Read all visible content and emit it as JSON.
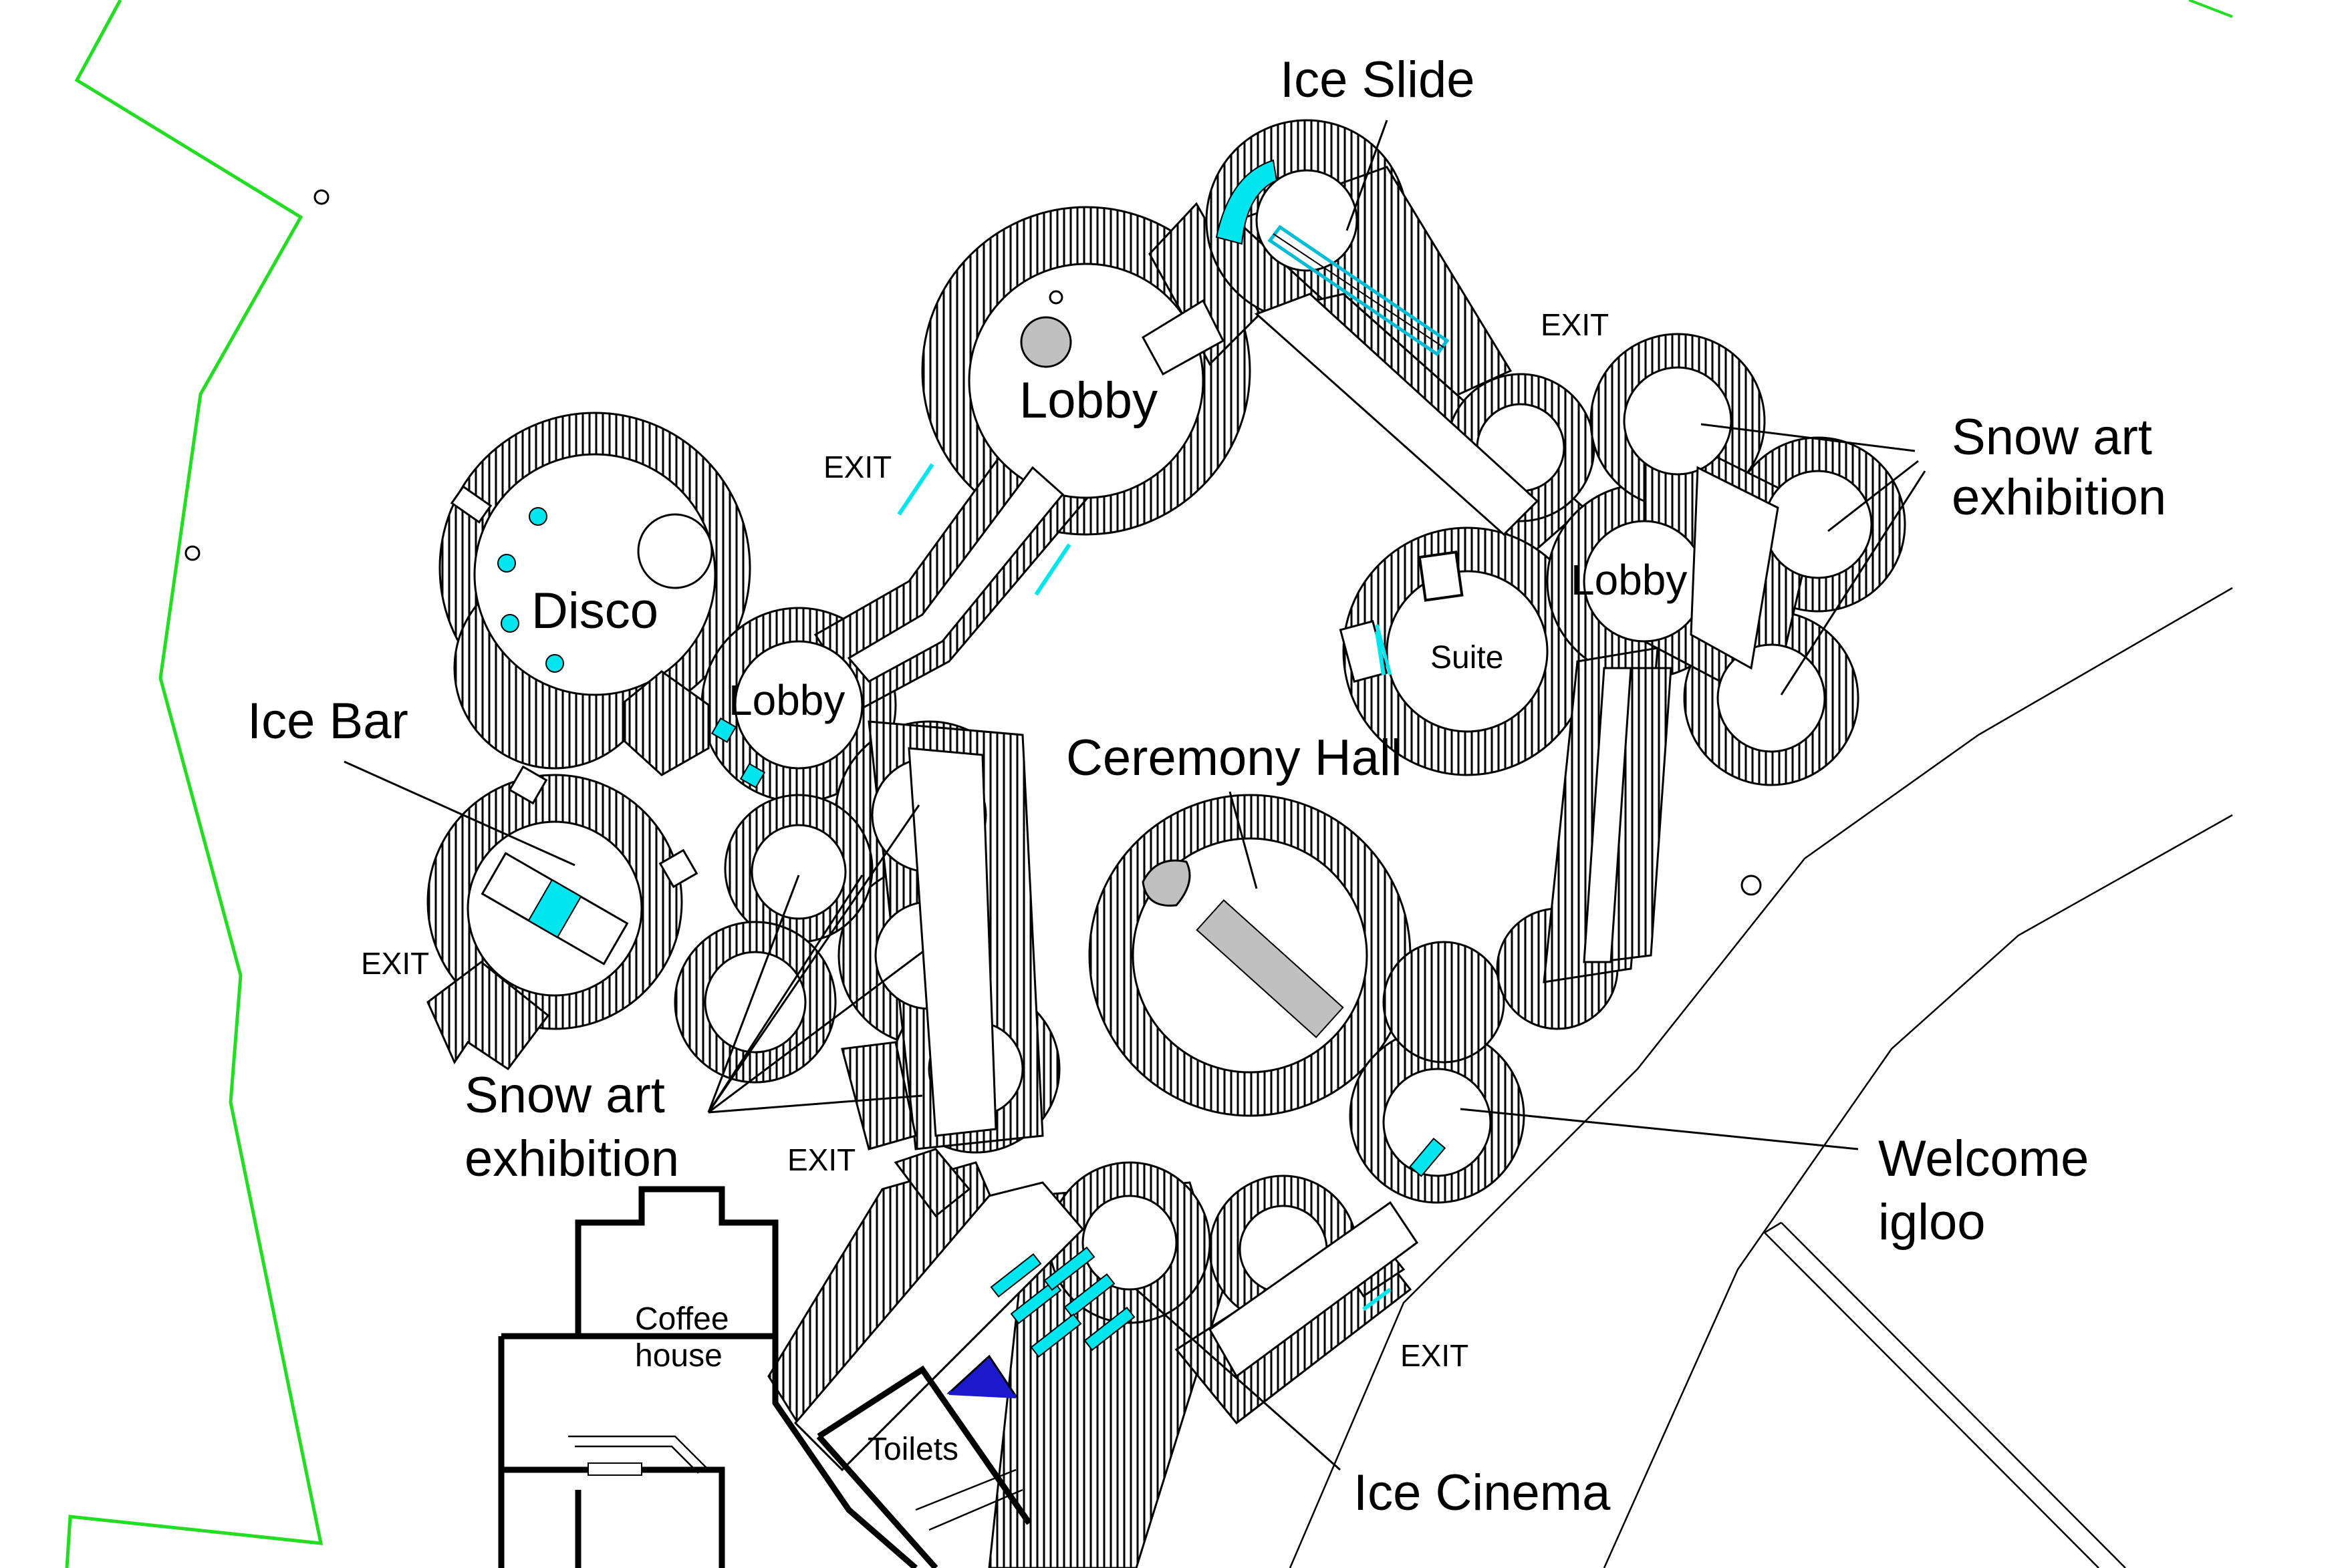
{
  "labels": {
    "ice_slide": "Ice Slide",
    "lobby_top": "Lobby",
    "lobby_left": "Lobby",
    "lobby_right": "Lobby",
    "disco": "Disco",
    "ice_bar": "Ice Bar",
    "suite": "Suite",
    "snow_art_right_1": "Snow art",
    "snow_art_right_2": "exhibition",
    "snow_art_left_1": "Snow art",
    "snow_art_left_2": "exhibition",
    "ceremony_hall": "Ceremony Hall",
    "welcome_1": "Welcome",
    "welcome_2": "igloo",
    "coffee_1": "Coffee",
    "coffee_2": "house",
    "toilets": "Toilets",
    "ice_cinema": "Ice Cinema"
  },
  "exits": {
    "exit_top_left": "EXIT",
    "exit_top_right": "EXIT",
    "exit_left": "EXIT",
    "exit_bottom_mid": "EXIT",
    "exit_bottom_right": "EXIT"
  },
  "colors": {
    "ice": "#00e5ee",
    "boundary": "#22dd22",
    "stage": "#c0c0c0",
    "screen": "#1a1acc"
  }
}
